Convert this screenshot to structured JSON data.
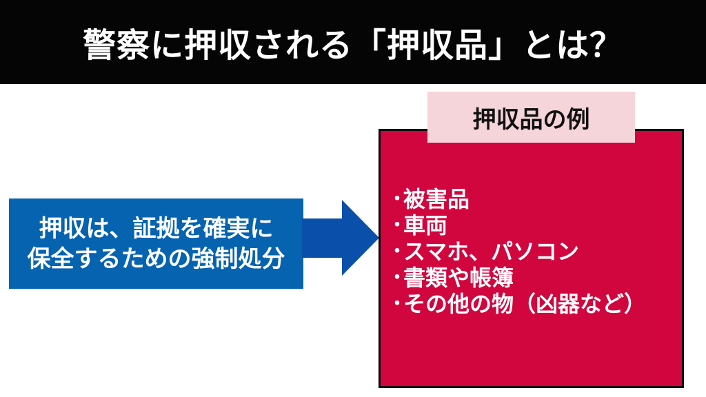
{
  "header": {
    "title": "警察に押収される「押収品」とは？"
  },
  "definition": {
    "lines": [
      "押収は、証拠を確実に",
      "保全するための強制処分"
    ]
  },
  "examples": {
    "label": "押収品の例",
    "bullet": "・",
    "items": [
      "被害品",
      "車両",
      "スマホ、パソコン",
      "書類や帳簿",
      "その他の物（凶器など）"
    ]
  },
  "colors": {
    "header_bg": "#050505",
    "blue": "#0563b0",
    "arrow": "#0a4faa",
    "red": "#d1063e",
    "label_bg": "#f5d5da"
  }
}
